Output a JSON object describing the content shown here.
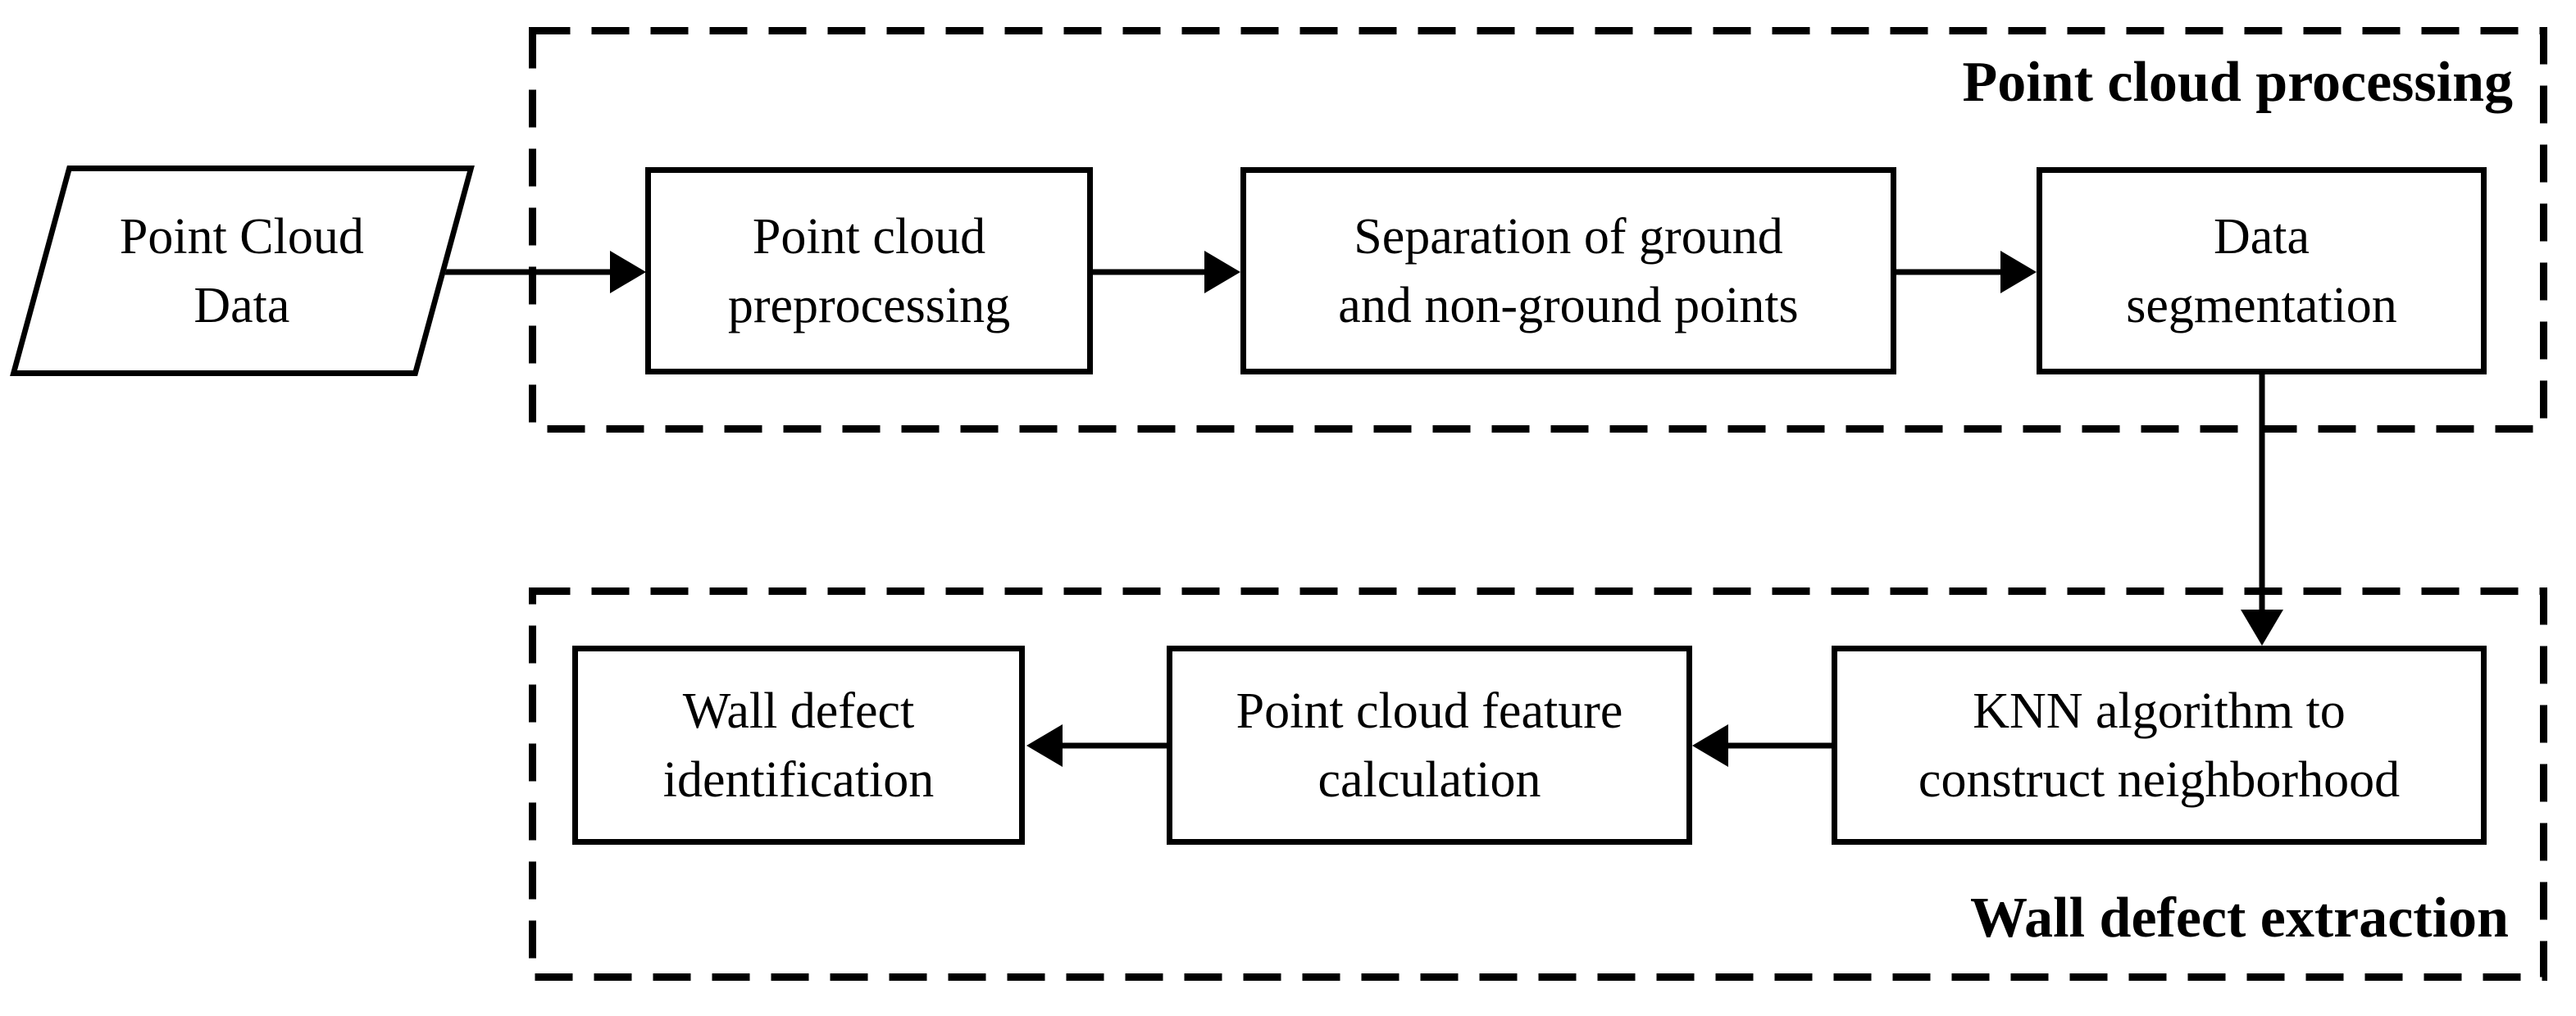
{
  "figure": {
    "type": "flowchart",
    "colors": {
      "ink": "#000000",
      "background": "#ffffff"
    }
  },
  "groups": {
    "point_cloud_processing": {
      "title": "Point cloud processing"
    },
    "wall_defect_extraction": {
      "title": "Wall defect extraction"
    }
  },
  "nodes": {
    "point_cloud_data": {
      "label": "Point Cloud\nData",
      "shape": "parallelogram"
    },
    "preprocessing": {
      "label": "Point cloud\npreprocessing",
      "shape": "rect"
    },
    "separation": {
      "label": "Separation of ground\nand non-ground points",
      "shape": "rect"
    },
    "segmentation": {
      "label": "Data\nsegmentation",
      "shape": "rect"
    },
    "knn": {
      "label": "KNN algorithm to\nconstruct neighborhood",
      "shape": "rect"
    },
    "feature_calculation": {
      "label": "Point cloud feature\ncalculation",
      "shape": "rect"
    },
    "wall_defect_identification": {
      "label": "Wall defect\nidentification",
      "shape": "rect"
    }
  },
  "edges": [
    {
      "from": "point_cloud_data",
      "to": "preprocessing"
    },
    {
      "from": "preprocessing",
      "to": "separation"
    },
    {
      "from": "separation",
      "to": "segmentation"
    },
    {
      "from": "segmentation",
      "to": "knn"
    },
    {
      "from": "knn",
      "to": "feature_calculation"
    },
    {
      "from": "feature_calculation",
      "to": "wall_defect_identification"
    }
  ]
}
